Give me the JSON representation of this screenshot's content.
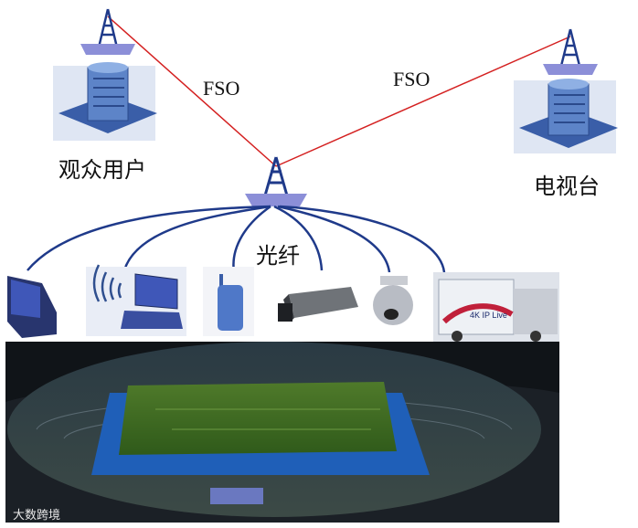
{
  "labels": {
    "fso_left": "FSO",
    "fso_right": "FSO",
    "audience": "观众用户",
    "tv_station": "电视台",
    "fiber": "光纤"
  },
  "truck_text": "4K IP Live",
  "watermark": "大数跨境",
  "icons": {
    "left_tower": "tower-icon",
    "right_tower": "tower-icon",
    "center_tower": "tower-icon",
    "left_building": "server-building-icon",
    "right_building": "server-building-icon",
    "monitor": "monitor-icon",
    "laptop": "wireless-laptop-icon",
    "handset": "handheld-radio-icon",
    "camera": "cctv-camera-icon",
    "dome_camera": "dome-camera-icon",
    "truck": "broadcast-truck-icon",
    "stadium": "stadium-photo"
  },
  "colors": {
    "fso_link": "#d42020",
    "fiber_link": "#1f3a8a",
    "building": "#4a6fb4"
  }
}
